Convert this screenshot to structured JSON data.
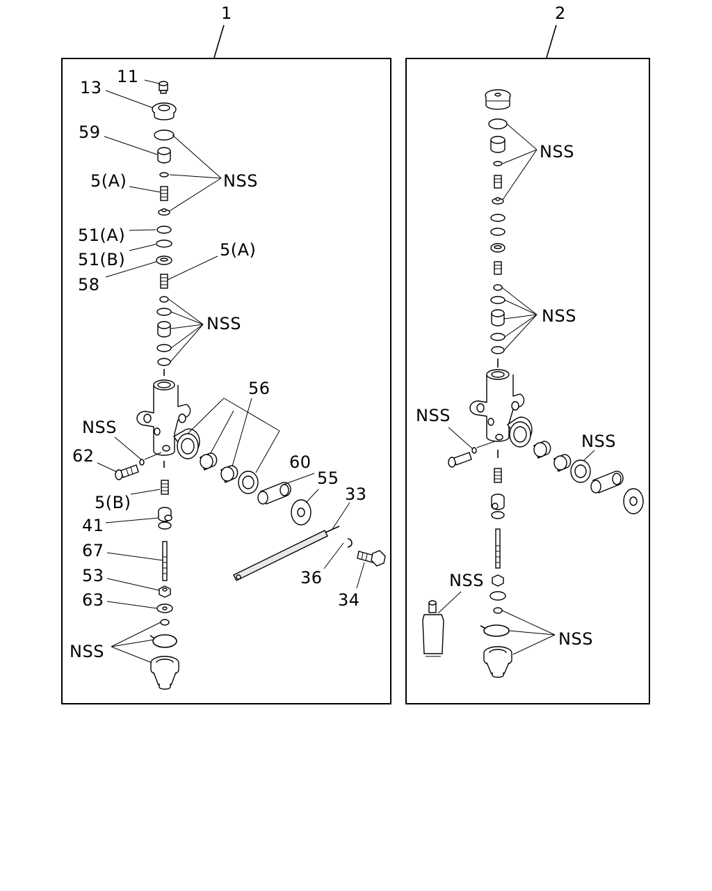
{
  "groups": [
    {
      "number": "1"
    },
    {
      "number": "2"
    }
  ],
  "callouts_group1": {
    "c11": "11",
    "c13": "13",
    "c59": "59",
    "c5a_top": "5(A)",
    "nss_top": "NSS",
    "c51a": "51(A)",
    "c51b": "51(B)",
    "c58": "58",
    "c5a_mid": "5(A)",
    "nss_mid": "NSS",
    "c56": "56",
    "nss_left": "NSS",
    "c62": "62",
    "c60": "60",
    "c55": "55",
    "c33": "33",
    "c5b": "5(B)",
    "c41": "41",
    "c67": "67",
    "c53": "53",
    "c36": "36",
    "c34": "34",
    "c63": "63",
    "nss_bottom": "NSS"
  },
  "callouts_group2": {
    "nss_top": "NSS",
    "nss_mid": "NSS",
    "nss_left": "NSS",
    "nss_right": "NSS",
    "nss_tube": "NSS",
    "nss_bottom": "NSS"
  }
}
